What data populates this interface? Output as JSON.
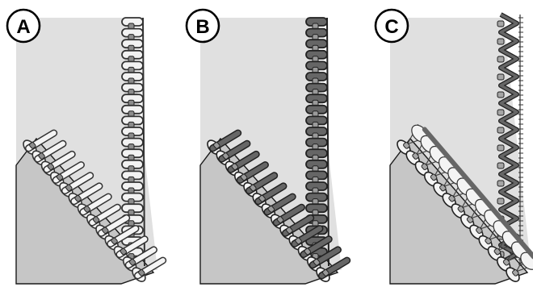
{
  "panels": [
    {
      "label": "A",
      "thread_fill": "#f2f2f2",
      "outline": "#333333",
      "needle_thread": "#8c8c8c"
    },
    {
      "label": "B",
      "thread_fill": "#666666",
      "outline": "#222222",
      "needle_thread": "#9a9a9a"
    },
    {
      "label": "C",
      "thread_fill": "#666666",
      "outline": "#222222",
      "needle_thread": "#a6a6a6"
    }
  ],
  "colors": {
    "fabric_top": "#e0e0e0",
    "fabric_under": "#c6c6c6",
    "lower_thread_light": "#f4f4f4",
    "stroke": "#1a1a1a",
    "badge_bg": "#ffffff"
  },
  "icons": [
    "circled-letter-a",
    "circled-letter-b",
    "circled-letter-c",
    "serged-seam-illustration"
  ]
}
